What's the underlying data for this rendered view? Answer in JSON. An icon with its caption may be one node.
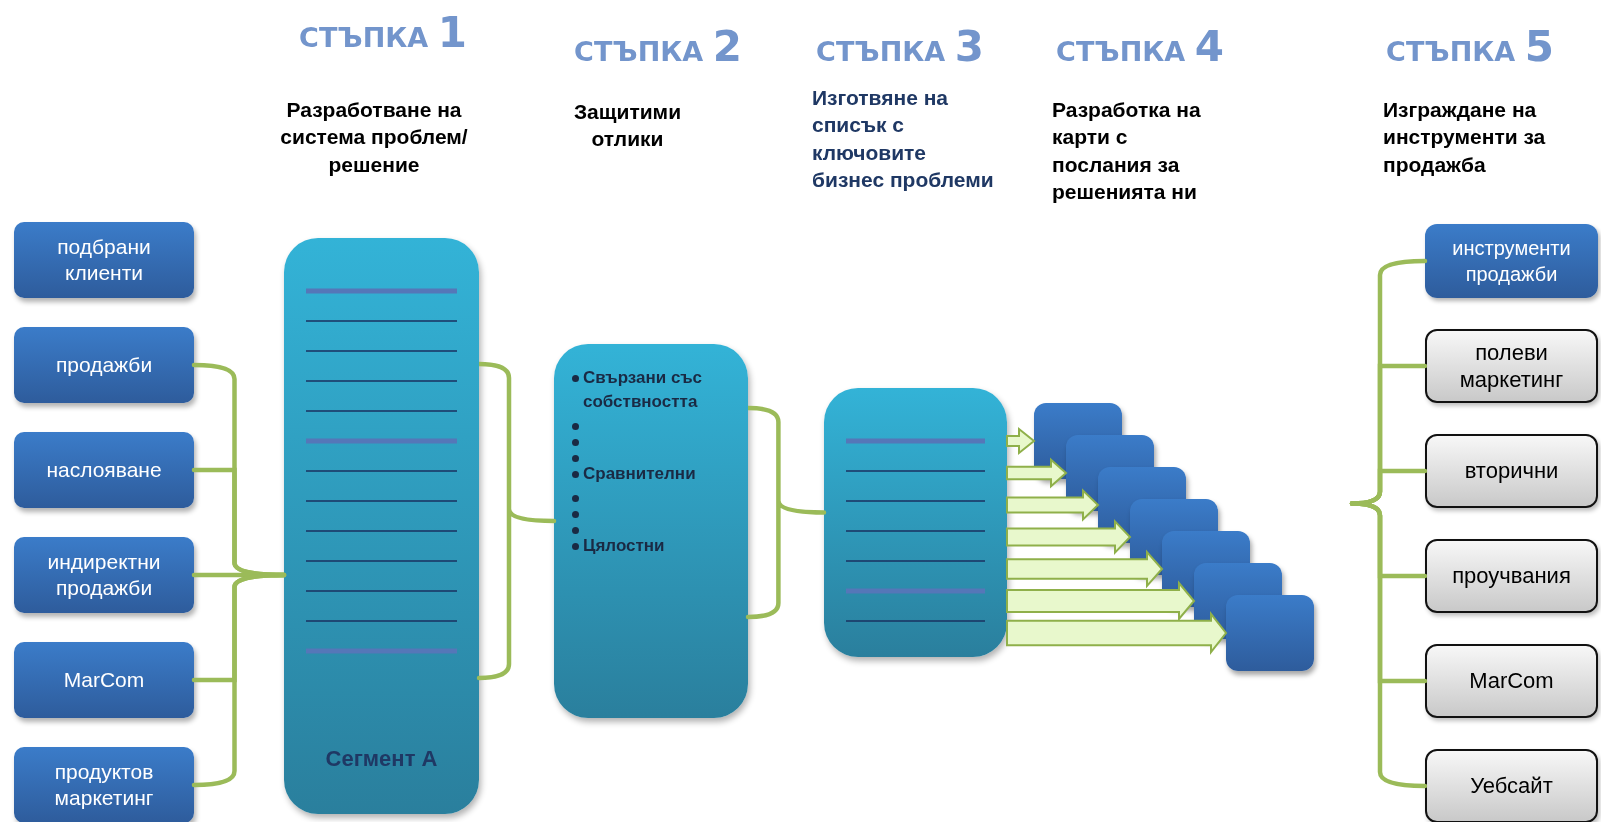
{
  "diagram": {
    "nodes": [
      {
        "text": [
          "подбрани клиенти"
        ]
      },
      {
        "text": [
          "продажби"
        ]
      },
      {
        "text": [
          "наслояване"
        ]
      },
      {
        "text": [
          "индиректни продажби"
        ]
      },
      {
        "text": [
          "MarCom"
        ]
      },
      {
        "text": [
          "продуктов маркетинг"
        ]
      },
      {
        "text": [
          "Сегмент А"
        ]
      },
      {
        "text": [
          "Свързани със собствността",
          "Сравнителни",
          "Цялостни"
        ]
      },
      {
        "text": [],
        "shape": "box"
      },
      {
        "text": [],
        "shape": "box"
      },
      {
        "text": [],
        "shape": "box"
      },
      {
        "text": [],
        "shape": "box"
      },
      {
        "text": [],
        "shape": "box"
      },
      {
        "text": [],
        "shape": "box"
      },
      {
        "text": [],
        "shape": "box"
      },
      {
        "text": [],
        "shape": "box"
      },
      {
        "text": [
          "инструменти продажби"
        ]
      },
      {
        "text": [
          "полеви маркетинг"
        ]
      },
      {
        "text": [
          "вторични"
        ]
      },
      {
        "text": [
          "проучвания"
        ]
      },
      {
        "text": [
          "MarCom"
        ]
      },
      {
        "text": [
          "Уебсайт"
        ]
      }
    ],
    "edges": [
      {
        "from": 1,
        "to": 6,
        "arrow": "none"
      },
      {
        "from": 2,
        "to": 6,
        "arrow": "none"
      },
      {
        "from": 3,
        "to": 6,
        "arrow": "none"
      },
      {
        "from": 4,
        "to": 6,
        "arrow": "none"
      },
      {
        "from": 5,
        "to": 6,
        "arrow": "none"
      },
      {
        "from": 6,
        "to": 7,
        "arrow": "none"
      },
      {
        "from": 7,
        "to": 8,
        "arrow": "none"
      },
      {
        "from": 8,
        "to": 9,
        "arrow": "to"
      },
      {
        "from": 8,
        "to": 10,
        "arrow": "to"
      },
      {
        "from": 8,
        "to": 11,
        "arrow": "to"
      },
      {
        "from": 8,
        "to": 12,
        "arrow": "to"
      },
      {
        "from": 8,
        "to": 13,
        "arrow": "to"
      },
      {
        "from": 8,
        "to": 14,
        "arrow": "to"
      },
      {
        "from": 8,
        "to": 15,
        "arrow": "to"
      },
      {
        "from": null,
        "to": 16,
        "arrow": "none"
      },
      {
        "from": null,
        "to": 17,
        "arrow": "none"
      },
      {
        "from": null,
        "to": 18,
        "arrow": "none"
      },
      {
        "from": null,
        "to": 19,
        "arrow": "none"
      },
      {
        "from": null,
        "to": 20,
        "arrow": "none"
      },
      {
        "from": null,
        "to": 21,
        "arrow": "none"
      }
    ],
    "labels": [
      "СТЪПКА 1",
      "СТЪПКА 2",
      "СТЪПКА 3",
      "СТЪПКА 4",
      "СТЪПКА 5",
      "Разработване на система проблем/решение",
      "Защитими отлики",
      "Изготвяне на списък с ключовите бизнес проблеми",
      "Разработка на карти с послания за решенията ни",
      "Изграждане на инструменти за продажба"
    ]
  }
}
